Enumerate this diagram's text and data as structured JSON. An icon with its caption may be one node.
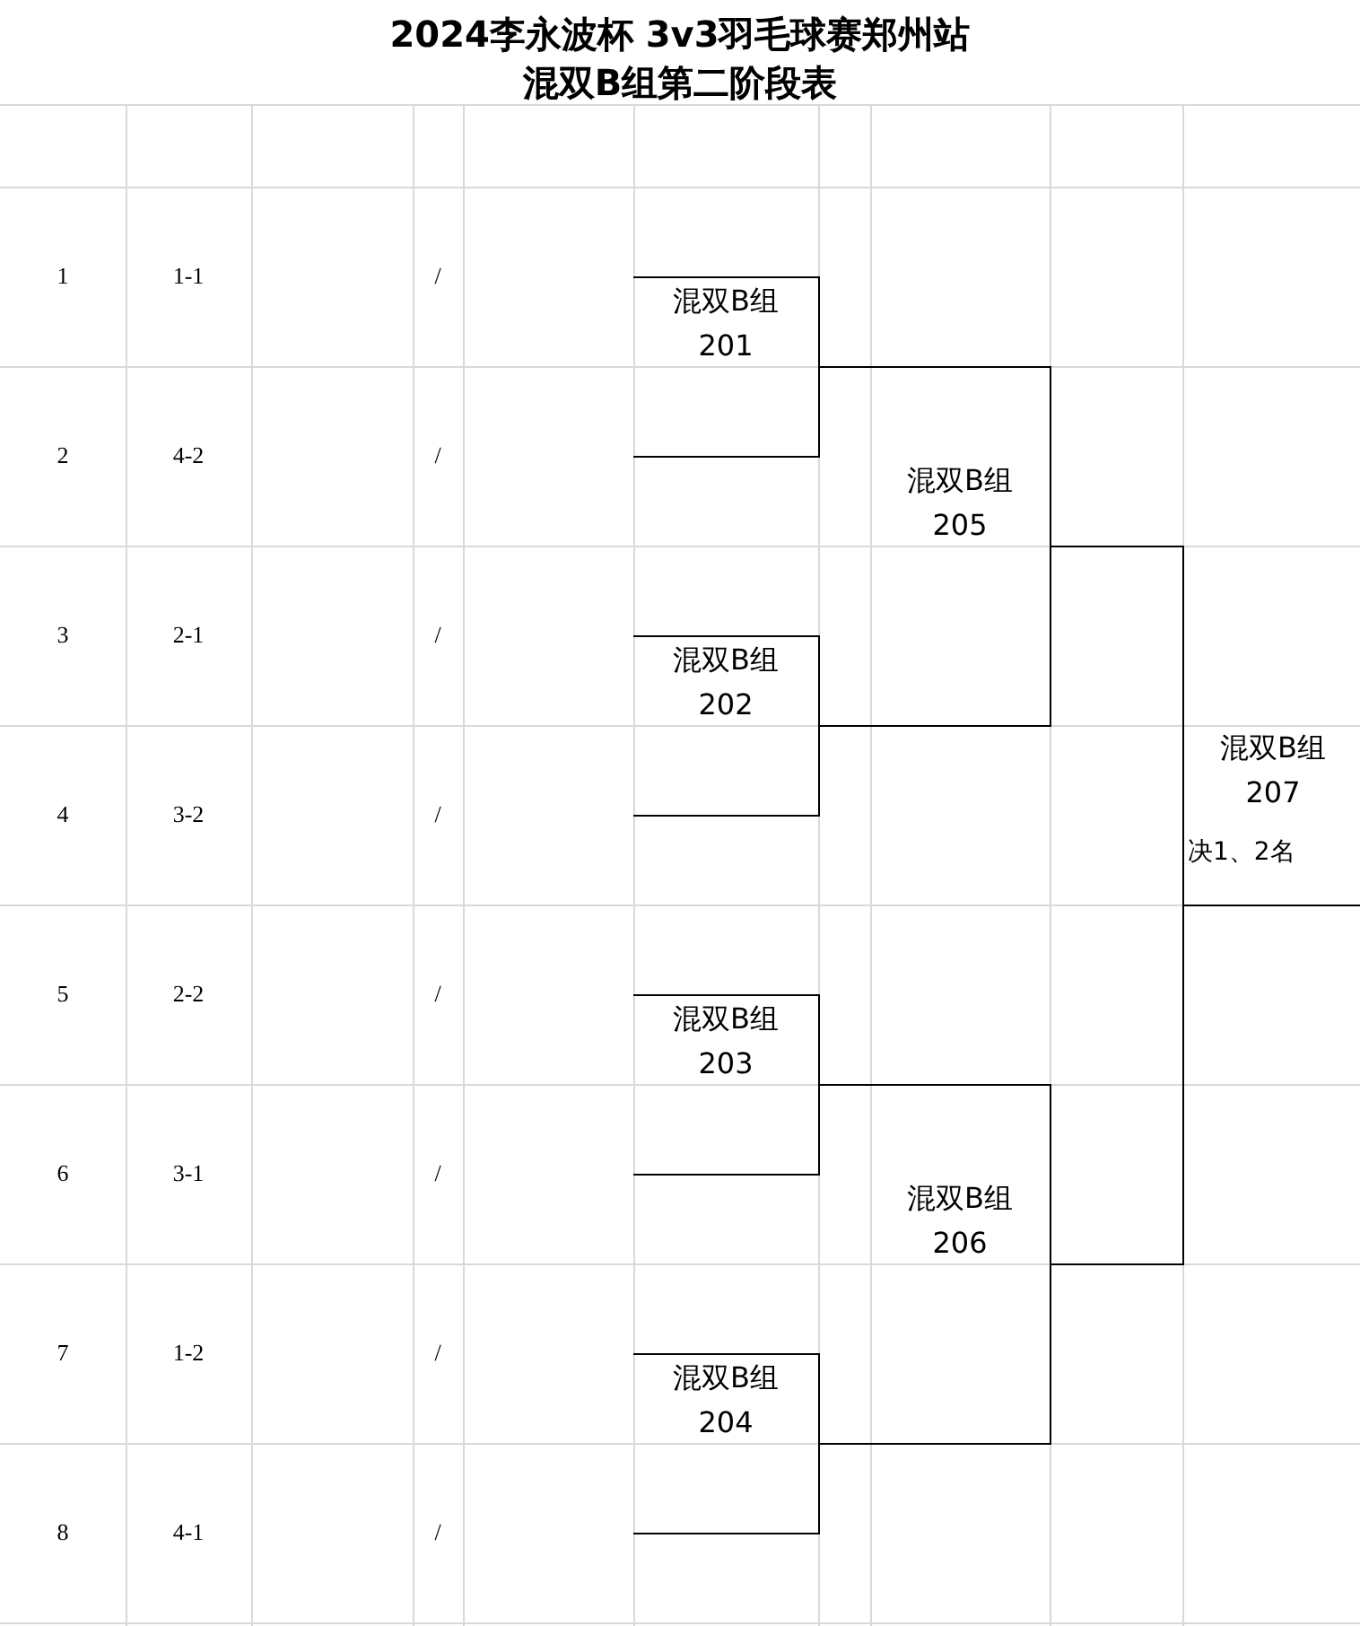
{
  "diagram": {
    "title": "2024李永波杯 3v3羽毛球赛郑州站",
    "nodes": [
      {
        "text": [
          "混双B组 201"
        ]
      },
      {
        "text": [
          "混双B组 202"
        ]
      },
      {
        "text": [
          "混双B组 203"
        ]
      },
      {
        "text": [
          "混双B组 204"
        ]
      },
      {
        "text": [
          "混双B组 205"
        ]
      },
      {
        "text": [
          "混双B组 206"
        ]
      },
      {
        "text": [
          "混双B组 207",
          "决1、2名"
        ]
      }
    ],
    "edges": [
      {
        "from": 0,
        "to": 4,
        "arrow": "none"
      },
      {
        "from": 1,
        "to": 4,
        "arrow": "none"
      },
      {
        "from": 2,
        "to": 5,
        "arrow": "none"
      },
      {
        "from": 3,
        "to": 5,
        "arrow": "none"
      },
      {
        "from": 4,
        "to": 6,
        "arrow": "none"
      },
      {
        "from": 5,
        "to": 6,
        "arrow": "none"
      }
    ],
    "labels": [
      "混双B组第二阶段表",
      "1",
      "1-1",
      "/",
      "2",
      "4-2",
      "/",
      "3",
      "2-1",
      "/",
      "4",
      "3-2",
      "/",
      "5",
      "2-2",
      "/",
      "6",
      "3-1",
      "/",
      "7",
      "1-2",
      "/",
      "8",
      "4-1",
      "/"
    ]
  }
}
